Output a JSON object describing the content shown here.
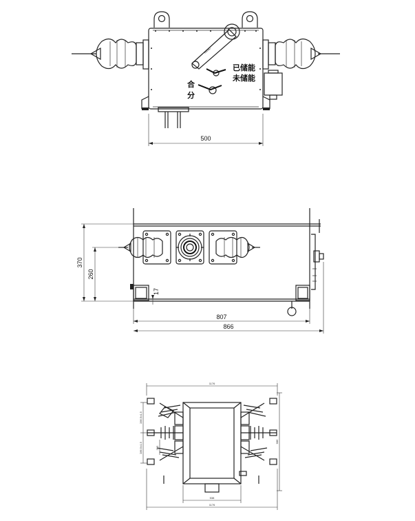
{
  "front_view": {
    "labels": {
      "stored": "已储能",
      "not_stored": "未储能",
      "close": "合",
      "open": "分"
    },
    "dim_width": "500"
  },
  "side_view": {
    "dim_height_total": "370",
    "dim_height_axis": "260",
    "dim_offset": "17",
    "dim_inner_width": "807",
    "dim_total_width": "866"
  },
  "top_view": {
    "dim_top": "1176",
    "dim_bottom_total": "1176",
    "dim_bottom_inner": "538",
    "dim_right": "686",
    "dim_left_upper": "286.5±1.5",
    "dim_left_lower": "286.5±1.5",
    "dim_left_mid": "215"
  }
}
